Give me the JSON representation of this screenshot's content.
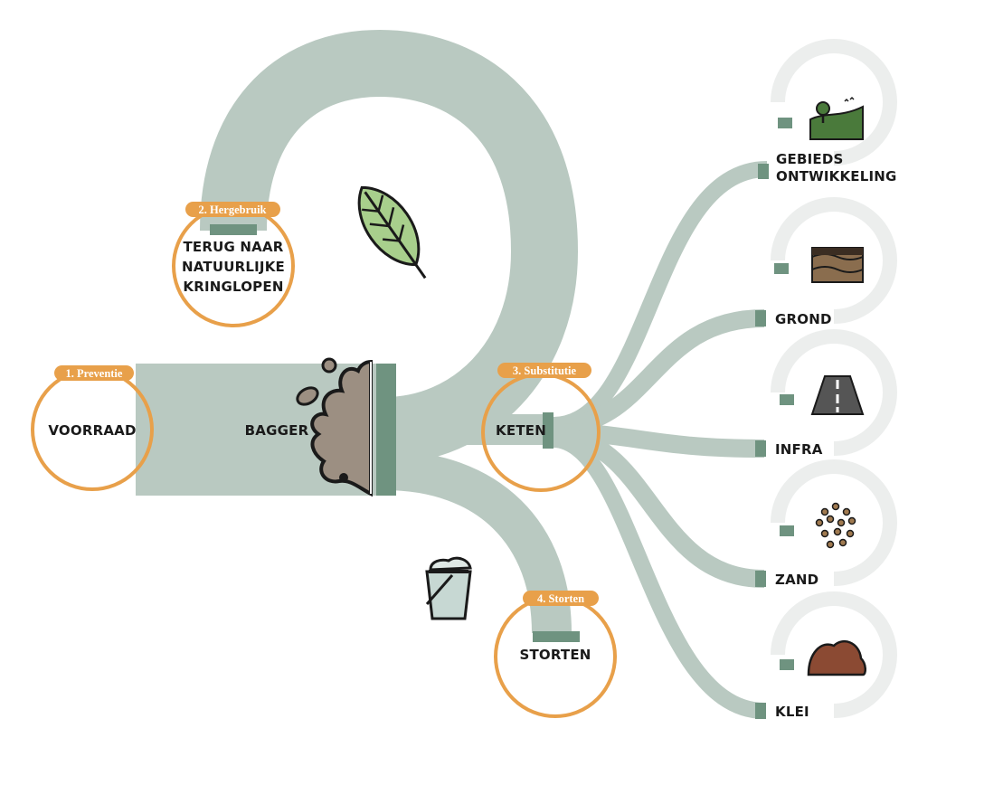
{
  "colors": {
    "flow": "#b9c9c1",
    "marker": "#6f9380",
    "orange": "#e8a04a",
    "ring": "#eceeed",
    "text": "#1a1a1a"
  },
  "stages": [
    {
      "tag": "1. Preventie",
      "label_lines": [
        "VOORRAAD"
      ]
    },
    {
      "tag": "2. Hergebruik",
      "label_lines": [
        "TERUG NAAR",
        "NATUURLIJKE",
        "KRINGLOPEN"
      ]
    },
    {
      "tag": "3. Substitutie",
      "label_lines": [
        "KETEN"
      ]
    },
    {
      "tag": "4. Storten",
      "label_lines": [
        "STORTEN"
      ]
    }
  ],
  "center_label": "BAGGER",
  "destinations": [
    {
      "label_lines": [
        "GEBIEDS",
        "ONTWIKKELING"
      ],
      "icon": "landscape-tree-icon"
    },
    {
      "label_lines": [
        "GROND"
      ],
      "icon": "soil-layers-icon"
    },
    {
      "label_lines": [
        "INFRA"
      ],
      "icon": "road-icon"
    },
    {
      "label_lines": [
        "ZAND"
      ],
      "icon": "sand-grains-icon"
    },
    {
      "label_lines": [
        "KLEI"
      ],
      "icon": "clay-mound-icon"
    }
  ],
  "icons": {
    "leaf": "leaf-icon",
    "mud": "mud-splash-icon",
    "bin": "waste-bucket-icon"
  }
}
